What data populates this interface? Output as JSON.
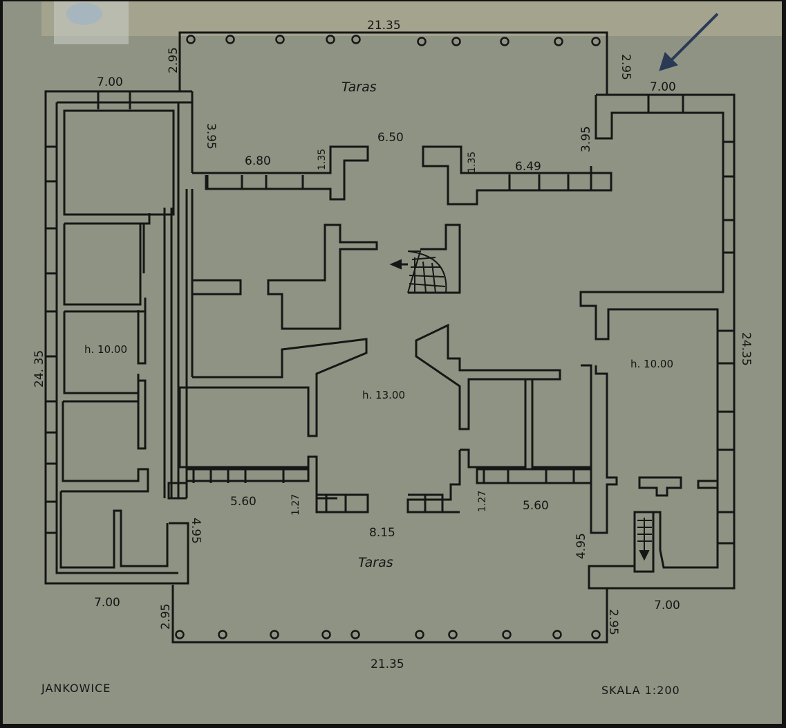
{
  "colors": {
    "paper": "#8e9383",
    "ink": "#161616",
    "tape": "#b4b197",
    "arrow": "#2a3a55"
  },
  "plan": {
    "terrace_top": "Taras",
    "terrace_bottom": "Taras",
    "room_left_height": "h. 10.00",
    "room_center_height": "h. 13.00",
    "room_right_height": "h. 10.00"
  },
  "dimensions": {
    "top_width": "21.35",
    "bottom_width": "21.35",
    "top_left_depth": "2.95",
    "top_right_depth": "2.95",
    "bottom_left_depth": "2.95",
    "bottom_right_depth": "2.95",
    "left_wing_top": "7.00",
    "right_wing_top": "7.00",
    "left_wing_bottom": "7.00",
    "right_wing_bottom": "7.00",
    "left_height": "24. 35",
    "right_height": "24.35",
    "upper_left_offset": "3.95",
    "upper_right_offset": "3.95",
    "upper_left_span": "6.80",
    "upper_right_span": "6.49",
    "upper_left_step": "1.35",
    "upper_right_step": "1.35",
    "upper_center_gap": "6.50",
    "lower_left_span": "5.60",
    "lower_right_span": "5.60",
    "lower_left_step": "1.27",
    "lower_right_step": "1.27",
    "lower_center_gap": "8.15",
    "lower_left_offset": "4.95",
    "lower_right_offset": "4.95"
  },
  "footer": {
    "place": "JANKOWICE",
    "scale": "SKALA 1:200"
  }
}
